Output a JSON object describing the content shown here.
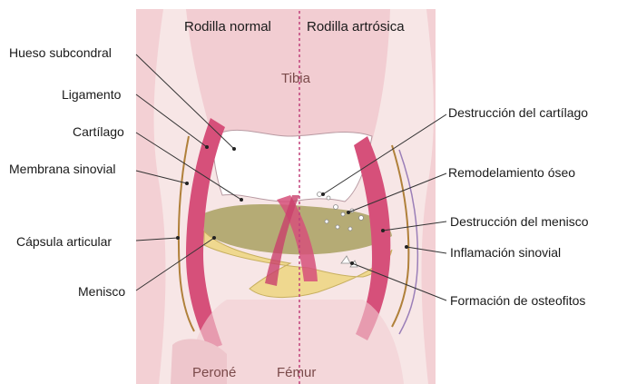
{
  "header": {
    "left_title": "Rodilla normal",
    "right_title": "Rodilla artrósica"
  },
  "bones": {
    "top": "Tibia",
    "bottom_left": "Peroné",
    "bottom_center": "Fémur"
  },
  "labels_left": [
    "Hueso subcondral",
    "Ligamento",
    "Cartílago",
    "Membrana sinovial",
    "Cápsula articular",
    "Menisco"
  ],
  "labels_right": [
    "Destrucción del cartílago",
    "Remodelamiento óseo",
    "Destrucción del menisco",
    "Inflamación sinovial",
    "Formación de osteofitos"
  ],
  "colors": {
    "skin": "#f5dcdc",
    "ligament": "#d6507a",
    "meniscus": "#efd88f",
    "cartilage": "#ffffff",
    "divider": "#c0407a"
  }
}
